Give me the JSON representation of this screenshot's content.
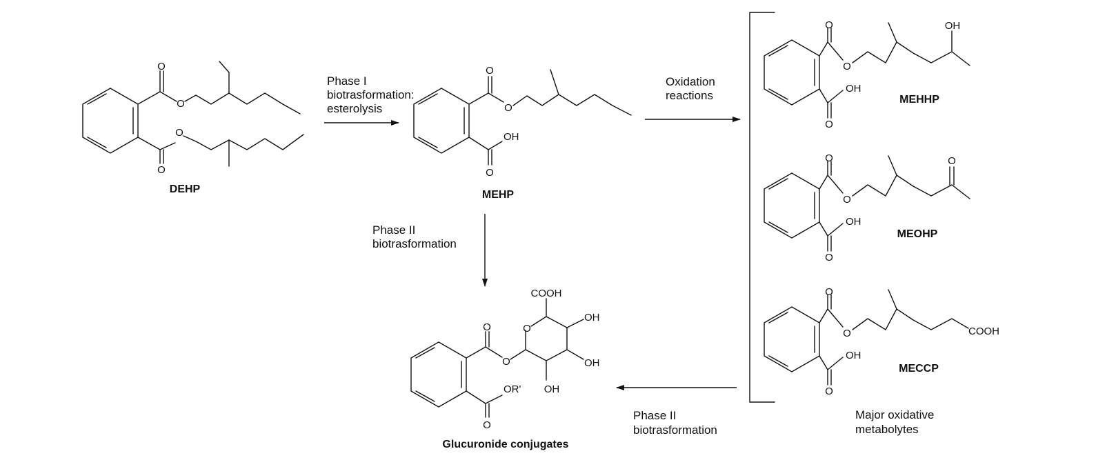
{
  "compounds": {
    "dehp": {
      "name": "DEHP"
    },
    "mehp": {
      "name": "MEHP"
    },
    "mehhp": {
      "name": "MEHHP"
    },
    "meohp": {
      "name": "MEOHP"
    },
    "meccp": {
      "name": "MECCP"
    },
    "glucuronide": {
      "name": "Glucuronide conjugates"
    }
  },
  "atoms": {
    "o": "O",
    "oh": "OH",
    "cooh": "COOH",
    "or": "OR'"
  },
  "arrows": {
    "phase1": {
      "line1": "Phase I",
      "line2": "biotrasformation:",
      "line3": "esterolysis"
    },
    "oxidation": {
      "line1": "Oxidation",
      "line2": "reactions"
    },
    "phase2_top": {
      "line1": "Phase II",
      "line2": "biotrasformation"
    },
    "phase2_bottom": {
      "line1": "Phase II",
      "line2": "biotrasformation"
    }
  },
  "bracket_caption": {
    "line1": "Major oxidative",
    "line2": "metabolytes"
  }
}
